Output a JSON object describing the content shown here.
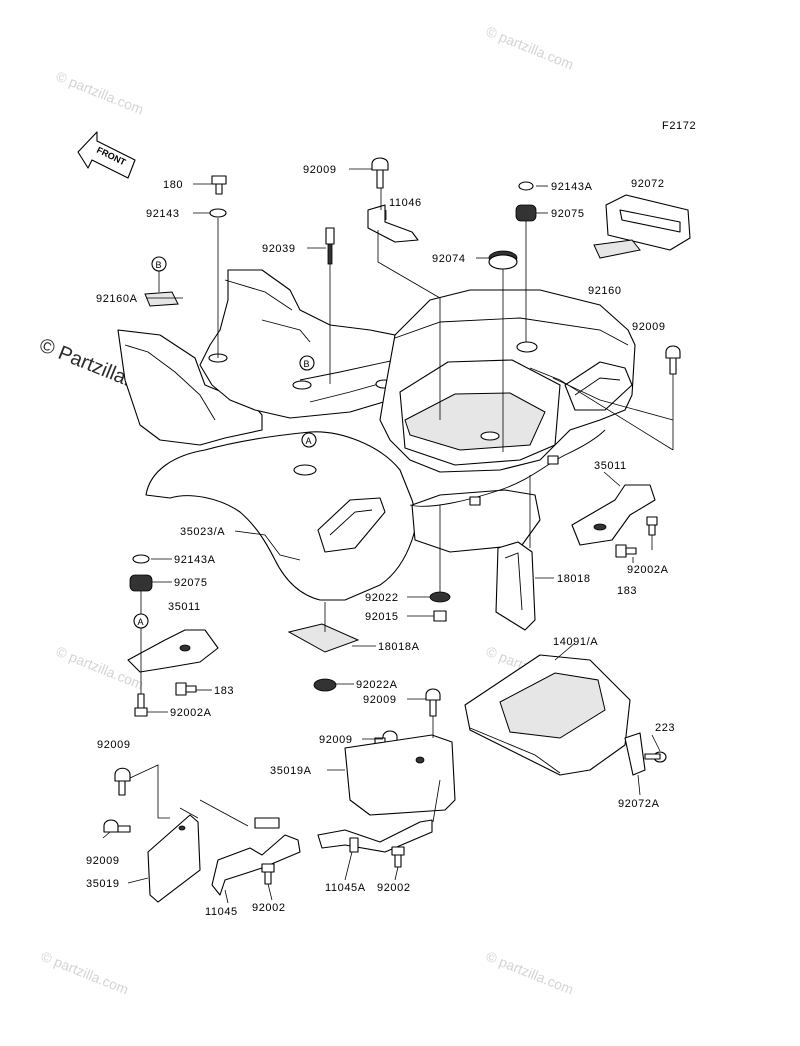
{
  "diagram_code": "F2172",
  "front_arrow_label": "FRONT",
  "watermark": {
    "large_text": "© Partzilla.com",
    "small_text": "© partzilla.com"
  },
  "ref_markers": {
    "a": "A",
    "b": "B"
  },
  "part_labels": {
    "p180": "180",
    "p92143_top": "92143",
    "p92009_top": "92009",
    "p11046": "11046",
    "p92039": "92039",
    "p92143a_top": "92143A",
    "p92072": "92072",
    "p92075_top": "92075",
    "p92074": "92074",
    "p92160": "92160",
    "p92160a": "92160A",
    "p92009_right": "92009",
    "p35011_right": "35011",
    "p92002a_right": "92002A",
    "p183_right": "183",
    "p35023a": "35023/A",
    "p92143a_left": "92143A",
    "p92075_left": "92075",
    "p35011_left": "35011",
    "p183_left": "183",
    "p92002a_left": "92002A",
    "p92022": "92022",
    "p92015": "92015",
    "p18018": "18018",
    "p18018a": "18018A",
    "p92022a": "92022A",
    "p14091a": "14091/A",
    "p92009_mid": "92009",
    "p92009_bracket": "92009",
    "p223": "223",
    "p35019a": "35019A",
    "p92072a": "92072A",
    "p92009_lowleft1": "92009",
    "p92009_lowleft2": "92009",
    "p35019": "35019",
    "p11045": "11045",
    "p92002_a": "92002",
    "p11045a": "11045A",
    "p92002_b": "92002"
  }
}
